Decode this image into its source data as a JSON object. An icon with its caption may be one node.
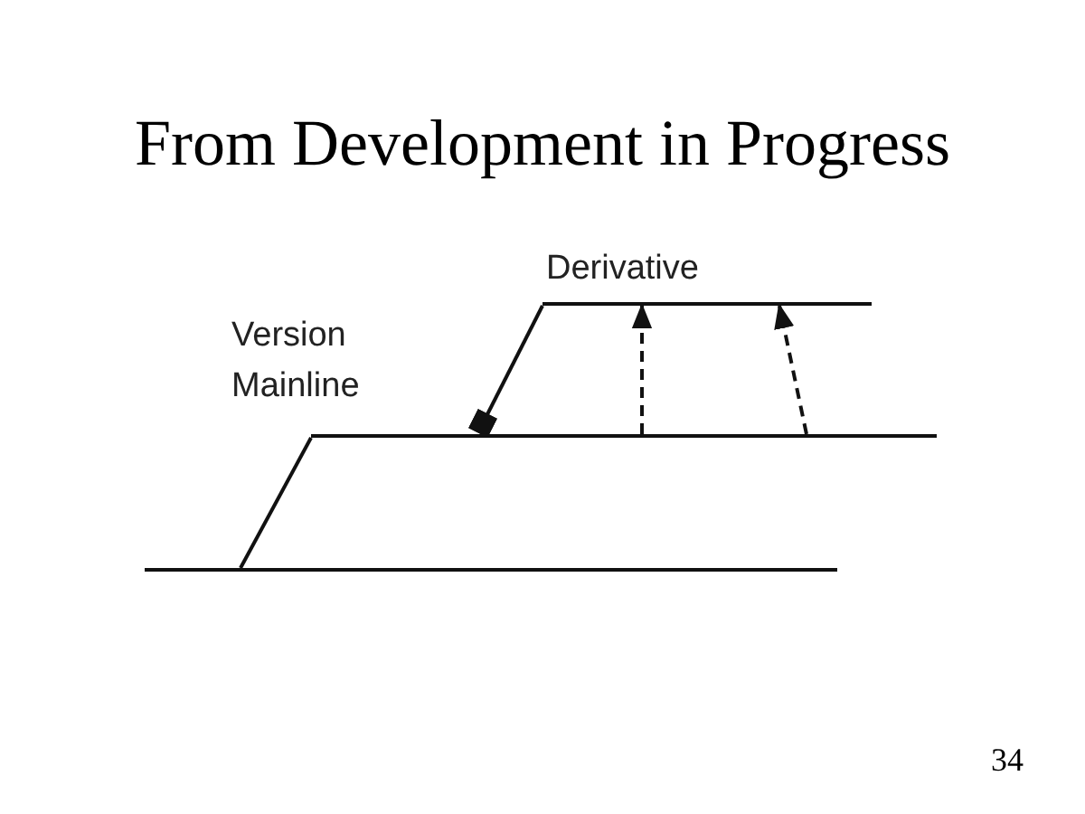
{
  "diagram": {
    "title": "From Development in Progress",
    "nodes": [
      {
        "text": [],
        "shape": "bar",
        "beside": [
          "Derivative"
        ]
      },
      {
        "text": [],
        "shape": "bar",
        "beside": [
          "Version Mainline"
        ]
      },
      {
        "text": [],
        "shape": "bar"
      }
    ],
    "edges": [
      {
        "from": 2,
        "to": 1,
        "arrow": "none"
      },
      {
        "from": 1,
        "to": 0,
        "arrow": "other"
      },
      {
        "from": 1,
        "to": 0,
        "arrow": "to",
        "style": "dashed"
      },
      {
        "from": 1,
        "to": 0,
        "arrow": "to",
        "style": "dashed"
      }
    ],
    "labels": [
      "34"
    ]
  }
}
